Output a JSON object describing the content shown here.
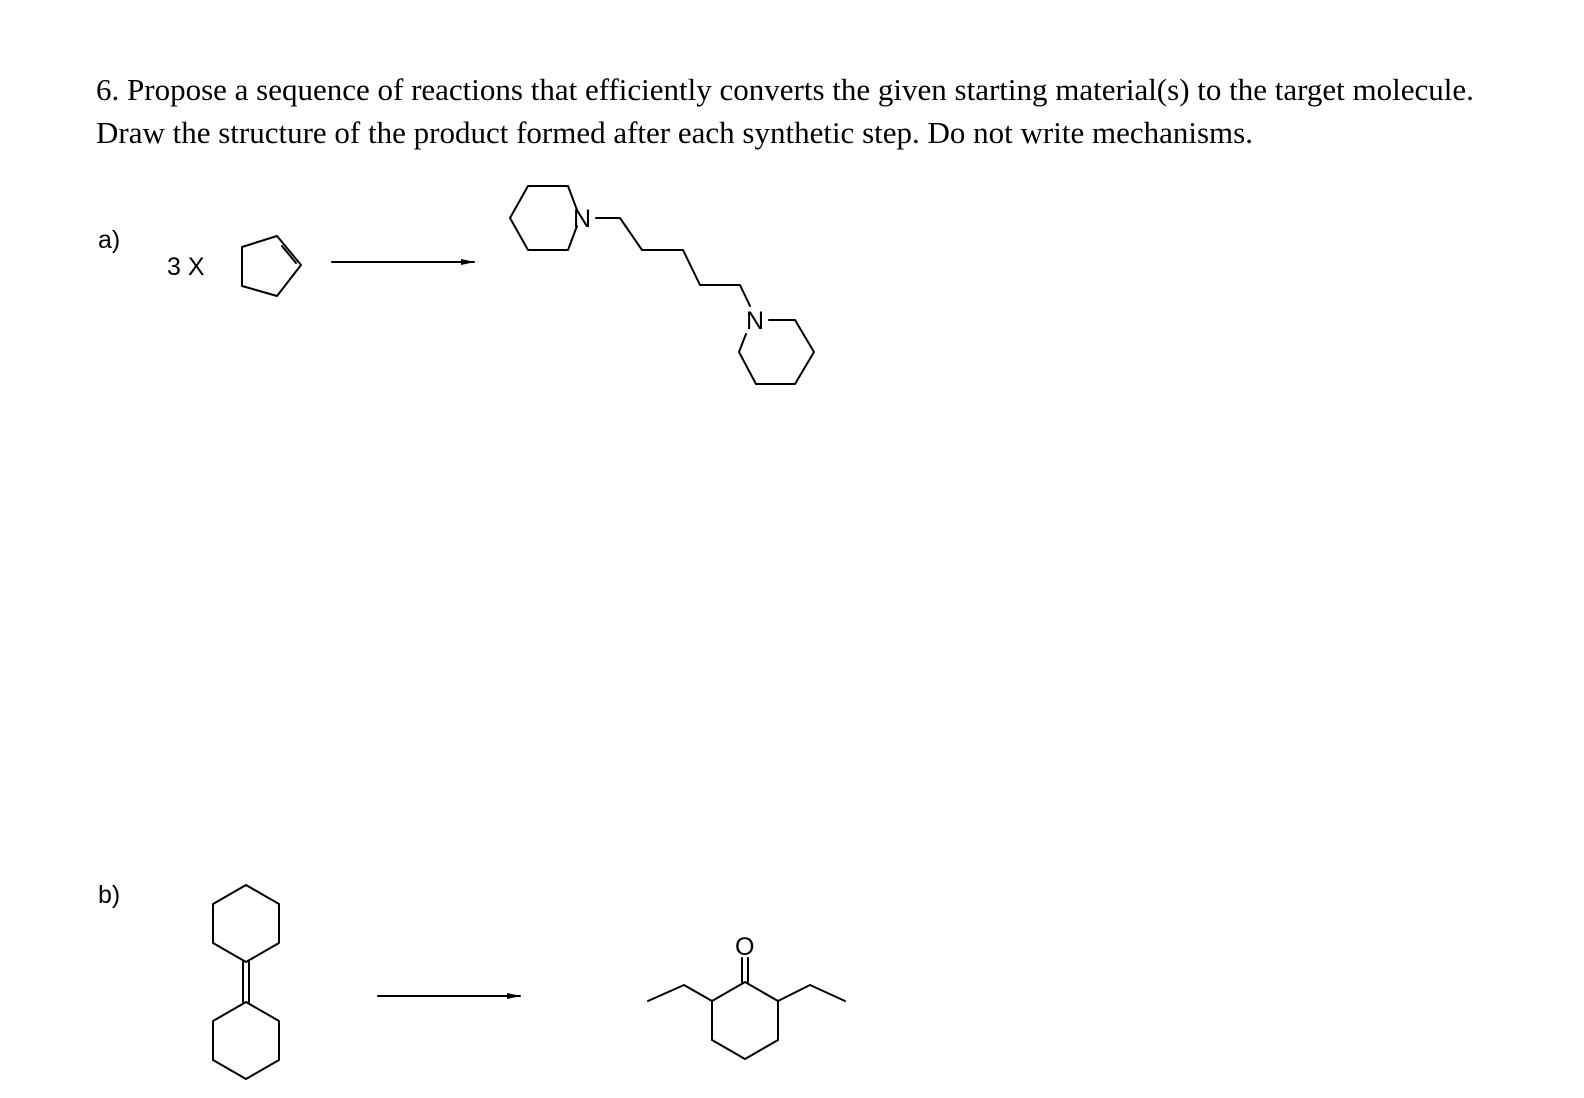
{
  "question": {
    "line1": "6. Propose a sequence of reactions that efficiently converts the given starting material(s) to the target molecule.",
    "line2": "Draw the structure of the product formed after each synthetic step. Do not write mechanisms."
  },
  "parts": [
    {
      "label": "a)",
      "reactant_multiplier": "3 X",
      "reactant": "cyclopentene",
      "product_atoms": [
        "N",
        "N"
      ]
    },
    {
      "label": "b)",
      "reactant": "cyclohexylidenecyclohexane",
      "product": "2,6-diethylcyclohexanone",
      "product_atoms": [
        "O"
      ]
    }
  ]
}
